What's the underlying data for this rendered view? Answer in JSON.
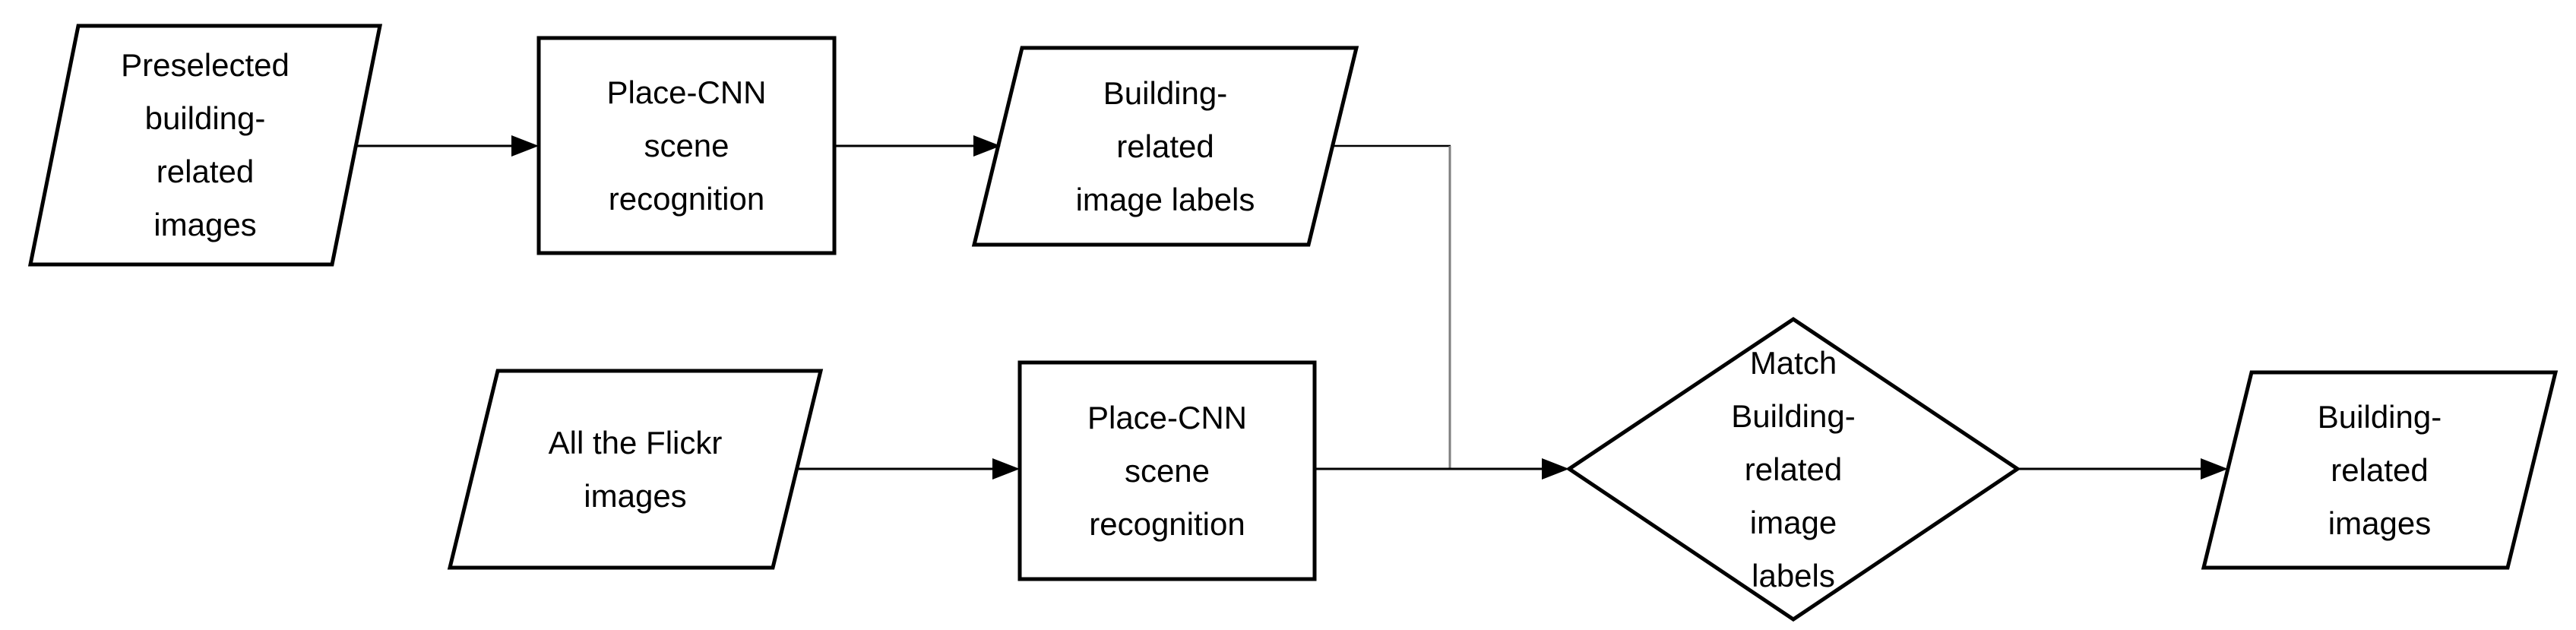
{
  "diagram": {
    "type": "flowchart",
    "background_color": "#ffffff",
    "line_color": "#000000",
    "elbow_connector_color": "#7f7f7f",
    "text_color": "#000000",
    "nodes": [
      {
        "id": "preselected-images",
        "shape": "parallelogram",
        "label": "Preselected\nbuilding-\nrelated\nimages"
      },
      {
        "id": "place-cnn-top",
        "shape": "rectangle",
        "label": "Place-CNN\nscene\nrecognition"
      },
      {
        "id": "building-image-labels",
        "shape": "parallelogram",
        "label": "Building-\nrelated\nimage labels"
      },
      {
        "id": "all-flickr-images",
        "shape": "parallelogram",
        "label": "All the Flickr\nimages"
      },
      {
        "id": "place-cnn-bottom",
        "shape": "rectangle",
        "label": "Place-CNN\nscene\nrecognition"
      },
      {
        "id": "match-labels",
        "shape": "diamond",
        "label": "Match\nBuilding-\nrelated\nimage\nlabels"
      },
      {
        "id": "building-images-result",
        "shape": "parallelogram",
        "label": "Building-\nrelated\nimages"
      }
    ],
    "edges": [
      {
        "from": "preselected-images",
        "to": "place-cnn-top"
      },
      {
        "from": "place-cnn-top",
        "to": "building-image-labels"
      },
      {
        "from": "building-image-labels",
        "to": "match-labels"
      },
      {
        "from": "all-flickr-images",
        "to": "place-cnn-bottom"
      },
      {
        "from": "place-cnn-bottom",
        "to": "match-labels"
      },
      {
        "from": "match-labels",
        "to": "building-images-result"
      }
    ]
  }
}
